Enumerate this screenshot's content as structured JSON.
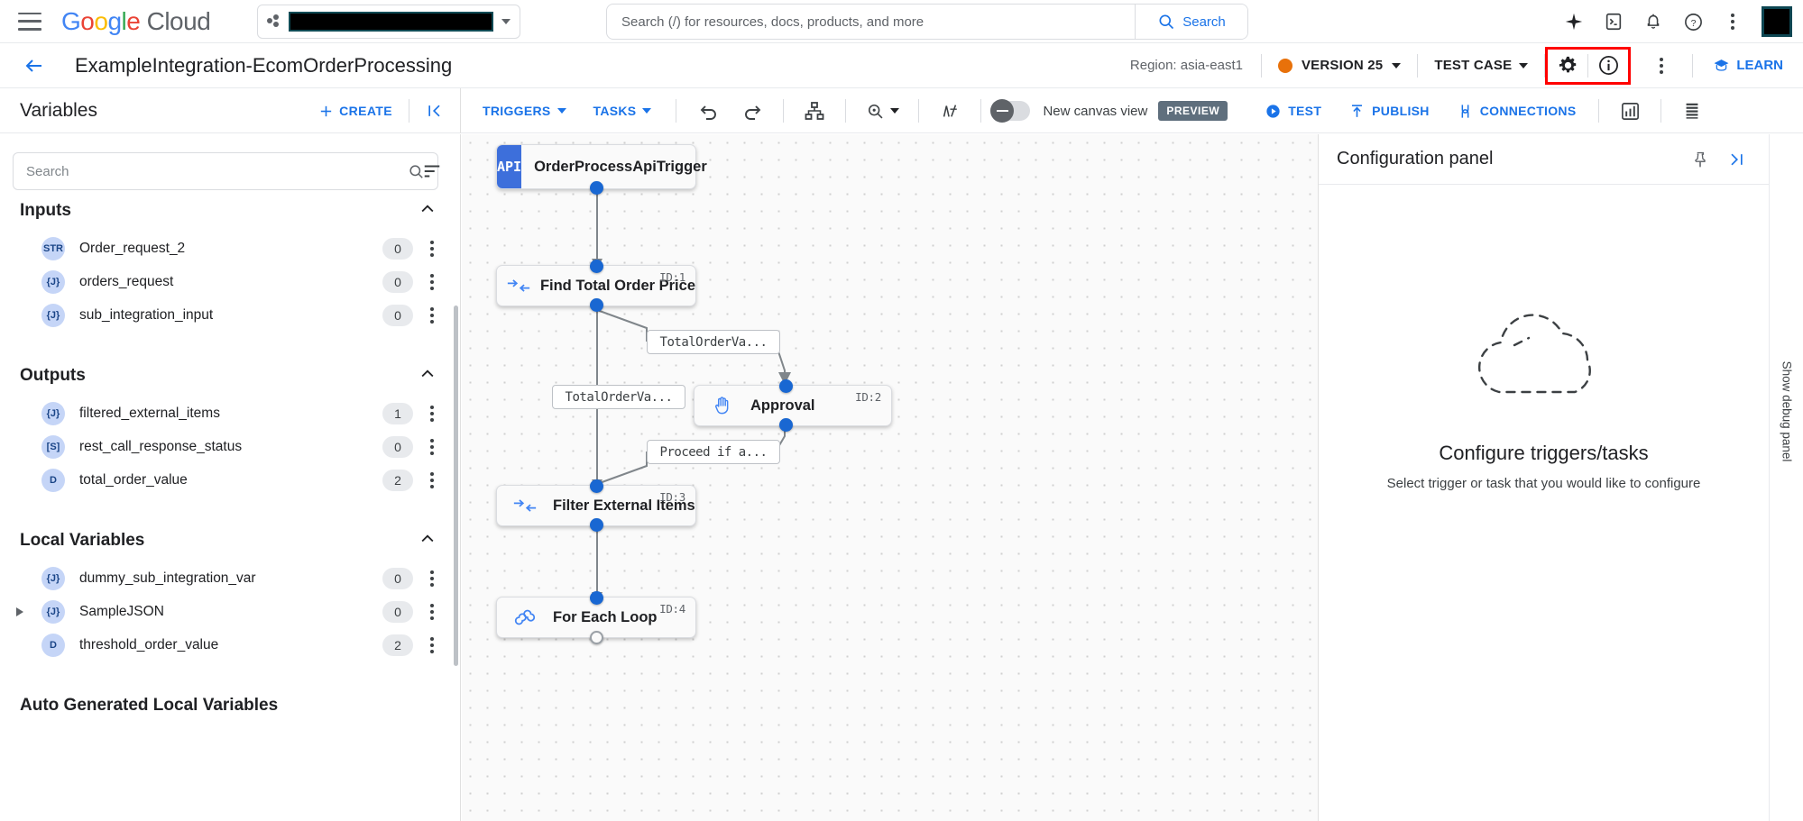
{
  "topbar": {
    "menu_icon": "hamburger-menu-icon",
    "logo_google": "Google",
    "logo_cloud": "Cloud",
    "project_value": "",
    "search_placeholder": "Search (/) for resources, docs, products, and more",
    "search_button": "Search",
    "icons": [
      "gemini-sparkle-icon",
      "cloud-shell-icon",
      "notifications-bell-icon",
      "help-icon",
      "more-vert-icon",
      "avatar"
    ]
  },
  "header": {
    "back_label": "←",
    "title": "ExampleIntegration-EcomOrderProcessing",
    "region": "Region: asia-east1",
    "version_label": "VERSION 25",
    "version_dot_color": "#E8710A",
    "test_case_label": "TEST CASE",
    "settings_icon": "gear-icon",
    "info_icon": "info-icon",
    "more_icon": "more-vert-icon",
    "learn_label": "LEARN",
    "highlight_color": "#ff0000"
  },
  "toolbar": {
    "variables_title": "Variables",
    "create_label": "CREATE",
    "collapse_icon": "collapse-panel-icon",
    "triggers_label": "TRIGGERS",
    "tasks_label": "TASKS",
    "undo_icon": "undo-icon",
    "redo_icon": "redo-icon",
    "layout_icon": "auto-layout-icon",
    "zoom_icon": "zoom-icon",
    "pen_icon": "annotation-pen-icon",
    "canvas_toggle_label": "New canvas view",
    "preview_badge": "PREVIEW",
    "test_label": "TEST",
    "publish_label": "PUBLISH",
    "connections_label": "CONNECTIONS",
    "analytics_icon": "analytics-icon",
    "logs_icon": "logs-icon"
  },
  "sidebar": {
    "search_placeholder": "Search",
    "sort_icon": "sort-icon",
    "groups": [
      {
        "title": "Inputs",
        "collapse_icon": "chevron-up-icon",
        "items": [
          {
            "type": "STR",
            "name": "Order_request_2",
            "count": "0",
            "expandable": false
          },
          {
            "type": "{J}",
            "name": "orders_request",
            "count": "0",
            "expandable": false
          },
          {
            "type": "{J}",
            "name": "sub_integration_input",
            "count": "0",
            "expandable": false
          }
        ]
      },
      {
        "title": "Outputs",
        "collapse_icon": "chevron-up-icon",
        "items": [
          {
            "type": "{J}",
            "name": "filtered_external_items",
            "count": "1",
            "expandable": false
          },
          {
            "type": "[S]",
            "name": "rest_call_response_status",
            "count": "0",
            "expandable": false
          },
          {
            "type": "D",
            "name": "total_order_value",
            "count": "2",
            "expandable": false
          }
        ]
      },
      {
        "title": "Local Variables",
        "collapse_icon": "chevron-up-icon",
        "items": [
          {
            "type": "{J}",
            "name": "dummy_sub_integration_var",
            "count": "0",
            "expandable": false
          },
          {
            "type": "{J}",
            "name": "SampleJSON",
            "count": "0",
            "expandable": true
          },
          {
            "type": "D",
            "name": "threshold_order_value",
            "count": "2",
            "expandable": false
          }
        ]
      },
      {
        "title": "Auto Generated Local Variables",
        "collapse_icon": "",
        "items": []
      }
    ]
  },
  "canvas": {
    "nodes": [
      {
        "id": "",
        "label": "OrderProcessApiTrigger",
        "icon": "api-trigger-icon",
        "chip": "API",
        "kind": "trigger"
      },
      {
        "id": "ID:1",
        "label": "Find Total Order Price",
        "icon": "data-mapping-icon",
        "kind": "task"
      },
      {
        "id": "ID:2",
        "label": "Approval",
        "icon": "approval-hand-icon",
        "kind": "task"
      },
      {
        "id": "ID:3",
        "label": "Filter External Items",
        "icon": "data-mapping-icon",
        "kind": "task"
      },
      {
        "id": "ID:4",
        "label": "For Each Loop",
        "icon": "loop-infinity-icon",
        "kind": "task"
      }
    ],
    "edge_labels": [
      "TotalOrderVa...",
      "TotalOrderVa...",
      "Proceed if a..."
    ]
  },
  "config_panel": {
    "title": "Configuration panel",
    "pin_icon": "pin-icon",
    "expand_icon": "expand-panel-icon",
    "empty_icon": "dashed-cloud-icon",
    "empty_title": "Configure triggers/tasks",
    "empty_subtitle": "Select trigger or task that you would like to configure"
  },
  "rail": {
    "label": "Show debug panel"
  }
}
